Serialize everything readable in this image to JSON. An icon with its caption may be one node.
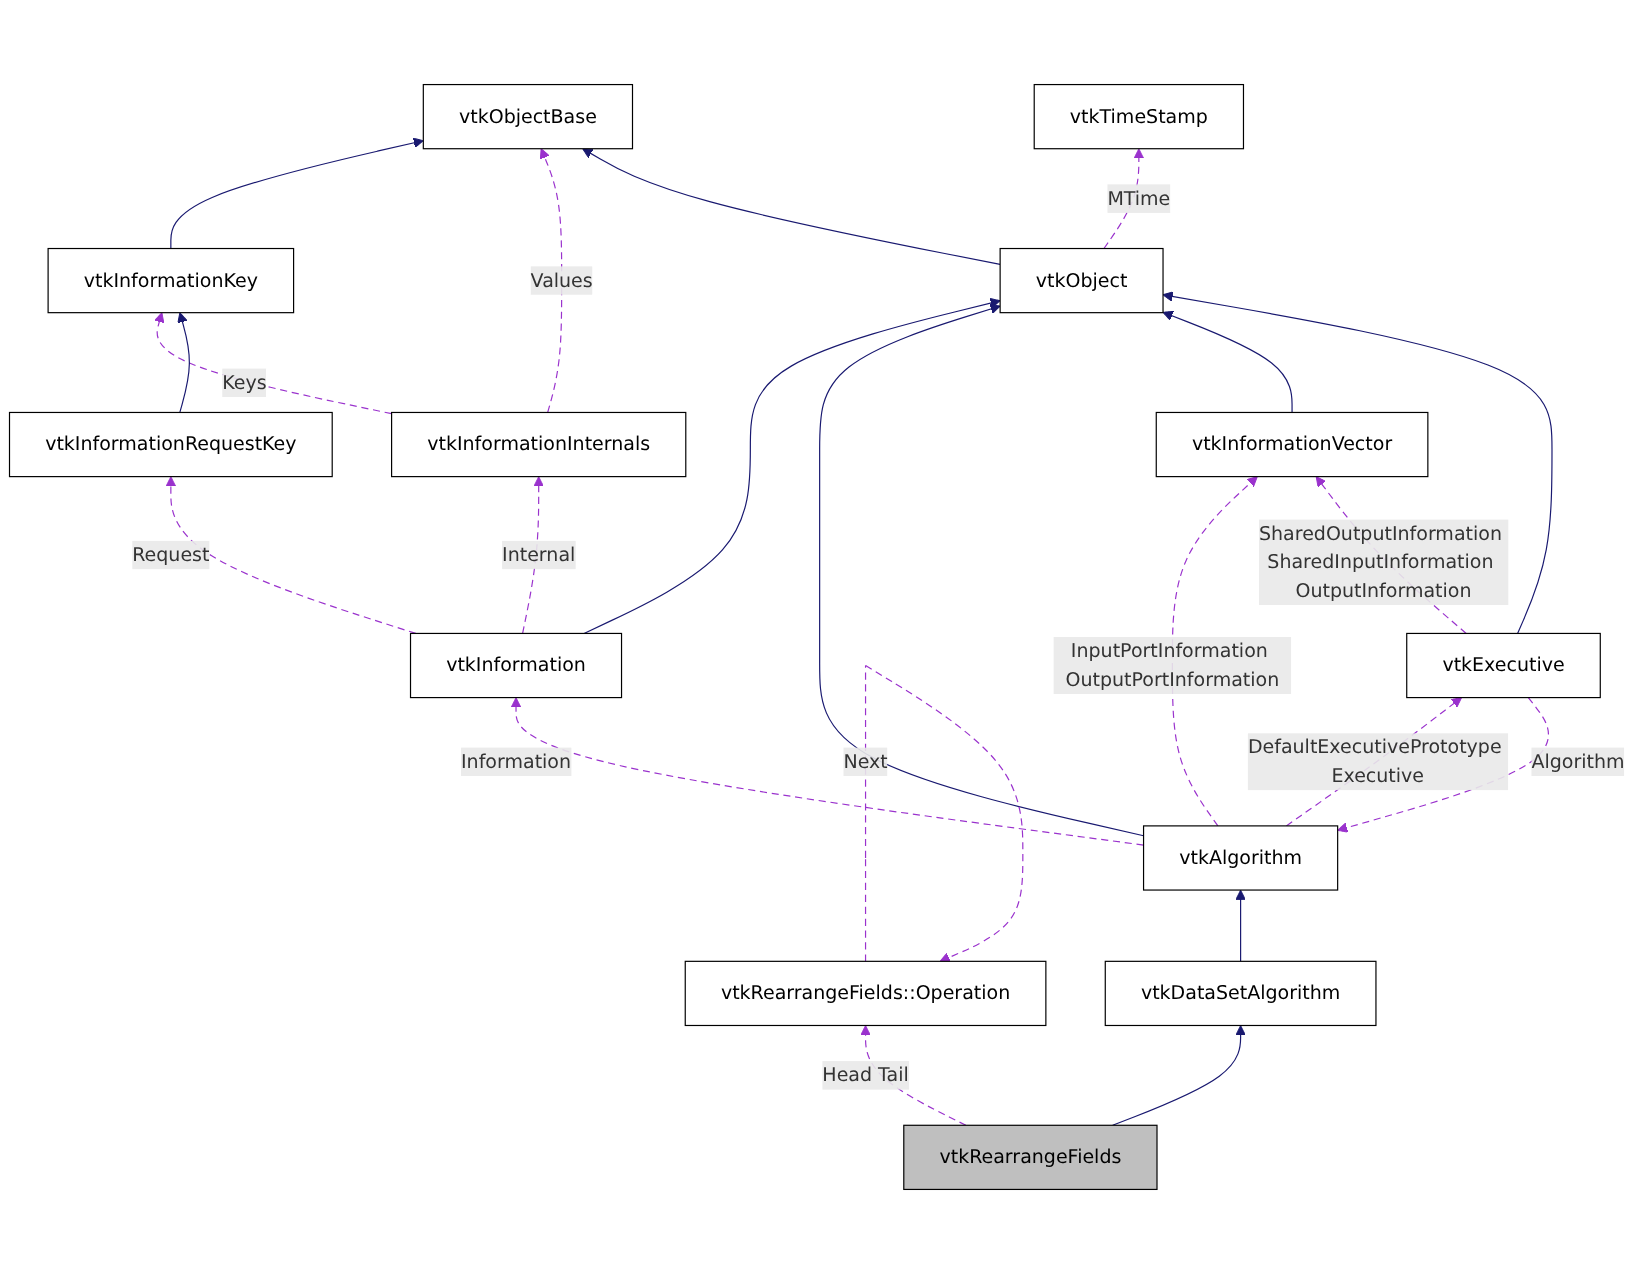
{
  "diagram": {
    "nodes": [
      {
        "text": [
          "vtkObjectBase"
        ]
      },
      {
        "text": [
          "vtkInformationKey"
        ]
      },
      {
        "text": [
          "vtkTimeStamp"
        ]
      },
      {
        "text": [
          "vtkInformationRequestKey"
        ]
      },
      {
        "text": [
          "vtkInformationInternals"
        ]
      },
      {
        "text": [
          "vtkObject"
        ]
      },
      {
        "text": [
          "vtkInformation"
        ]
      },
      {
        "text": [
          "vtkInformationVector"
        ]
      },
      {
        "text": [
          "vtkAlgorithm"
        ]
      },
      {
        "text": [
          "vtkDataSetAlgorithm"
        ]
      },
      {
        "text": [
          "vtkExecutive"
        ]
      },
      {
        "text": [
          "vtkRearrangeFields::Operation"
        ]
      },
      {
        "text": [
          "vtkRearrangeFields"
        ]
      }
    ],
    "edges": [
      {
        "from": 1,
        "to": 0,
        "arrow": "to",
        "color": "#191970"
      },
      {
        "from": 4,
        "to": 0,
        "arrow": "to",
        "style": "dashed",
        "label": "Values"
      },
      {
        "from": 5,
        "to": 0,
        "arrow": "to",
        "color": "#191970"
      },
      {
        "from": 4,
        "to": 1,
        "arrow": "to",
        "style": "dashed",
        "label": "Keys"
      },
      {
        "from": 3,
        "to": 1,
        "arrow": "to",
        "color": "#191970"
      },
      {
        "from": 5,
        "to": 2,
        "arrow": "to",
        "style": "dashed",
        "label": "MTime"
      },
      {
        "from": 6,
        "to": 3,
        "arrow": "to",
        "style": "dashed",
        "label": "Request"
      },
      {
        "from": 6,
        "to": 4,
        "arrow": "to",
        "style": "dashed",
        "label": "Internal"
      },
      {
        "from": 6,
        "to": 5,
        "arrow": "to",
        "color": "#191970"
      },
      {
        "from": 8,
        "to": 5,
        "arrow": "to",
        "color": "#191970"
      },
      {
        "from": 7,
        "to": 5,
        "arrow": "to",
        "color": "#191970"
      },
      {
        "from": 10,
        "to": 5,
        "arrow": "to",
        "color": "#191970"
      },
      {
        "from": 8,
        "to": 6,
        "arrow": "to",
        "style": "dashed",
        "label": "Information"
      },
      {
        "from": 8,
        "to": 7,
        "arrow": "to",
        "style": "dashed",
        "label": "InputPortInformation OutputPortInformation"
      },
      {
        "from": 10,
        "to": 7,
        "arrow": "to",
        "style": "dashed",
        "label": "SharedOutputInformation SharedInputInformation OutputInformation"
      },
      {
        "from": 9,
        "to": 8,
        "arrow": "to",
        "color": "#191970"
      },
      {
        "from": 10,
        "to": 8,
        "arrow": "to",
        "style": "dashed",
        "label": "Algorithm"
      },
      {
        "from": 8,
        "to": 10,
        "arrow": "to",
        "style": "dashed",
        "label": "DefaultExecutivePrototype Executive"
      },
      {
        "from": 11,
        "to": 11,
        "arrow": "to",
        "style": "dashed",
        "label": "Next"
      },
      {
        "from": 12,
        "to": 9,
        "arrow": "to",
        "color": "#191970"
      },
      {
        "from": 12,
        "to": 11,
        "arrow": "to",
        "style": "dashed",
        "label": "Head Tail"
      }
    ]
  }
}
